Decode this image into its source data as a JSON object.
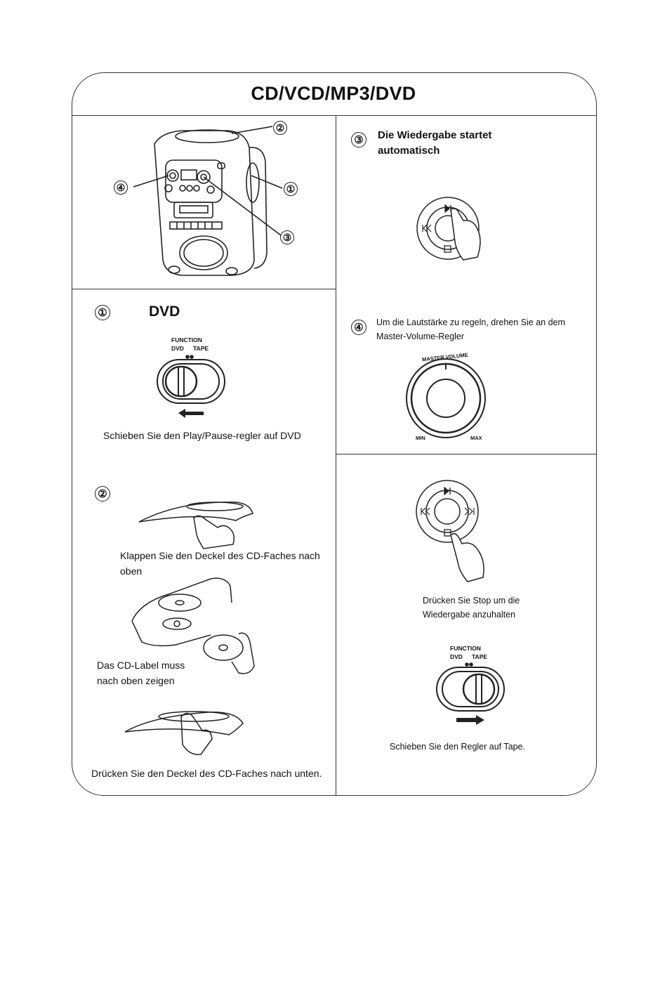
{
  "title": "CD/VCD/MP3/DVD",
  "markers": {
    "m1": "①",
    "m2": "②",
    "m3": "③",
    "m4": "④"
  },
  "section1": {
    "label": "DVD",
    "switch": {
      "function": "FUNCTION",
      "dvd": "DVD",
      "tape": "TAPE"
    },
    "caption": "Schieben Sie den Play/Pause-regler auf DVD"
  },
  "section2": {
    "caption_open": "Klappen Sie den Deckel des CD-Faches nach oben",
    "caption_label": "Das CD-Label muss nach oben zeigen",
    "caption_close": "Drücken Sie den Deckel des CD-Faches nach unten."
  },
  "section3": {
    "caption": "Die Wiedergabe startet automatisch"
  },
  "section4": {
    "caption": "Um die Lautstärke zu regeln, drehen Sie an dem Master-Volume-Regler",
    "knob": {
      "label": "MASTER VOLUME",
      "min": "MIN",
      "max": "MAX"
    }
  },
  "section5": {
    "caption_stop": "Drücken Sie Stop um die Wiedergabe anzuhalten",
    "switch": {
      "function": "FUNCTION",
      "dvd": "DVD",
      "tape": "TAPE"
    },
    "caption_tape": "Schieben Sie den Regler auf Tape."
  },
  "icons": [
    "play-pause-icon",
    "previous-icon",
    "next-icon",
    "stop-icon",
    "hand-icon",
    "arrow-left-icon",
    "arrow-right-icon"
  ]
}
